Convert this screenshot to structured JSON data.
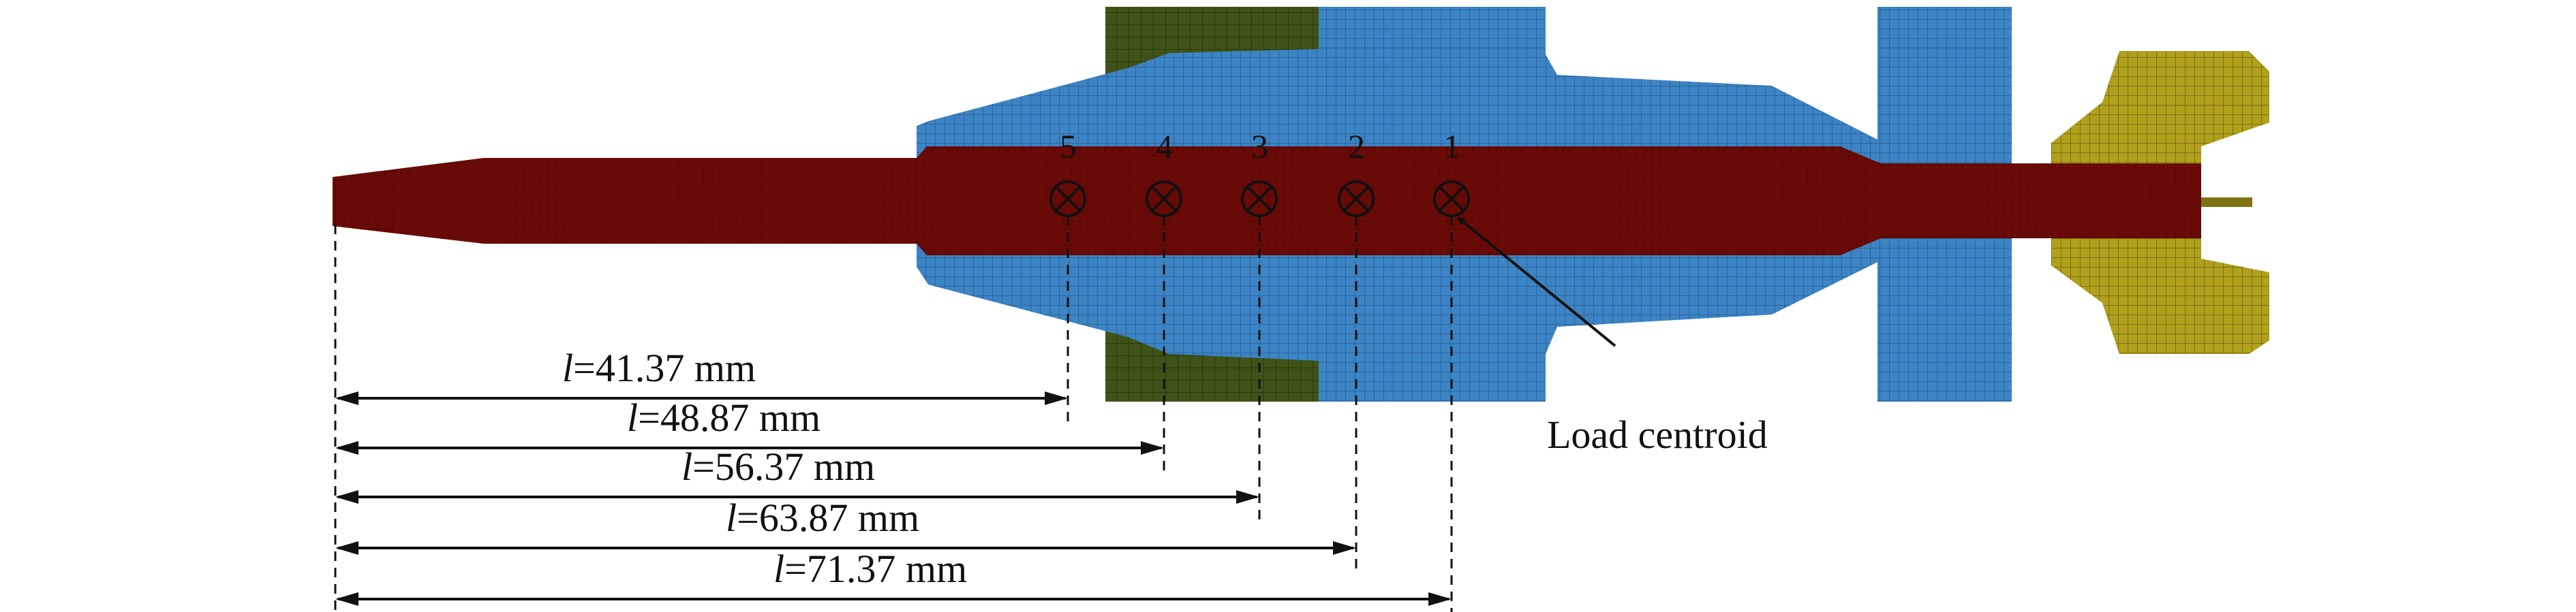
{
  "colors": {
    "penetrator": "#6a0a06",
    "mesh_blue": "#3c84c4",
    "mesh_green": "#3f5318",
    "mesh_yellow": "#b0a01c",
    "ink": "#111111"
  },
  "points": [
    {
      "id": "5",
      "l_value": "=41.37 mm"
    },
    {
      "id": "4",
      "l_value": "=48.87 mm"
    },
    {
      "id": "3",
      "l_value": "=56.37 mm"
    },
    {
      "id": "2",
      "l_value": "=63.87 mm"
    },
    {
      "id": "1",
      "l_value": "=71.37 mm"
    }
  ],
  "dimension_symbol": "l",
  "annotation": {
    "label": "Load centroid"
  }
}
